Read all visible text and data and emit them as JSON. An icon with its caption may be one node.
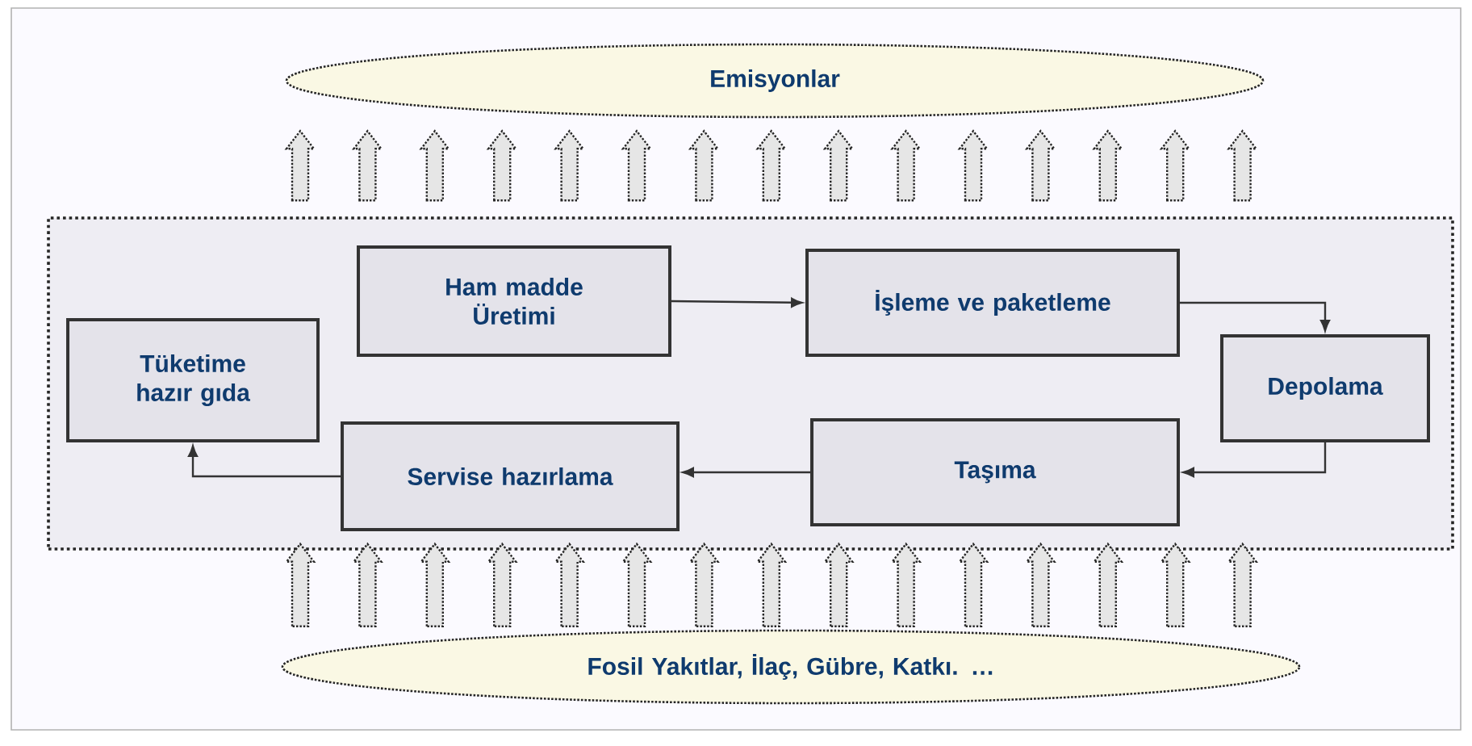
{
  "diagram": {
    "nodes": [
      {
        "text": [
          "Emisyonlar"
        ]
      },
      {
        "text": [],
        "shape": "box"
      },
      {
        "text": [
          "Ham madde Üretimi"
        ],
        "in": 1
      },
      {
        "text": [
          "İşleme ve paketleme"
        ],
        "in": 1
      },
      {
        "text": [
          "Depolama"
        ],
        "in": 1
      },
      {
        "text": [
          "Taşıma"
        ],
        "in": 1
      },
      {
        "text": [
          "Servise hazırlama"
        ],
        "in": 1
      },
      {
        "text": [
          "Tüketime hazır gıda"
        ],
        "in": 1
      },
      {
        "text": [
          "Fosil Yakıtlar, İlaç, Gübre, Katkı.  …"
        ]
      }
    ],
    "edges": [
      {
        "from": 2,
        "to": 3,
        "arrow": "to"
      },
      {
        "from": 3,
        "to": 4,
        "arrow": "to"
      },
      {
        "from": 4,
        "to": 5,
        "arrow": "to"
      },
      {
        "from": 5,
        "to": 6,
        "arrow": "to"
      },
      {
        "from": 6,
        "to": 7,
        "arrow": "to"
      },
      {
        "from": 1,
        "to": 0,
        "arrow": "to",
        "style": "dashed"
      },
      {
        "from": 1,
        "to": 0,
        "arrow": "to",
        "style": "dashed"
      },
      {
        "from": 1,
        "to": 0,
        "arrow": "to",
        "style": "dashed"
      },
      {
        "from": 1,
        "to": 0,
        "arrow": "to",
        "style": "dashed"
      },
      {
        "from": 1,
        "to": 0,
        "arrow": "to",
        "style": "dashed"
      },
      {
        "from": 1,
        "to": 0,
        "arrow": "to",
        "style": "dashed"
      },
      {
        "from": 1,
        "to": 0,
        "arrow": "to",
        "style": "dashed"
      },
      {
        "from": 1,
        "to": 0,
        "arrow": "to",
        "style": "dashed"
      },
      {
        "from": 1,
        "to": 0,
        "arrow": "to",
        "style": "dashed"
      },
      {
        "from": 1,
        "to": 0,
        "arrow": "to",
        "style": "dashed"
      },
      {
        "from": 1,
        "to": 0,
        "arrow": "to",
        "style": "dashed"
      },
      {
        "from": 1,
        "to": 0,
        "arrow": "to",
        "style": "dashed"
      },
      {
        "from": 1,
        "to": 0,
        "arrow": "to",
        "style": "dashed"
      },
      {
        "from": 1,
        "to": 0,
        "arrow": "to",
        "style": "dashed"
      },
      {
        "from": 1,
        "to": 0,
        "arrow": "to",
        "style": "dashed"
      },
      {
        "from": 8,
        "to": 1,
        "arrow": "to",
        "style": "dashed"
      },
      {
        "from": 8,
        "to": 1,
        "arrow": "to",
        "style": "dashed"
      },
      {
        "from": 8,
        "to": 1,
        "arrow": "to",
        "style": "dashed"
      },
      {
        "from": 8,
        "to": 1,
        "arrow": "to",
        "style": "dashed"
      },
      {
        "from": 8,
        "to": 1,
        "arrow": "to",
        "style": "dashed"
      },
      {
        "from": 8,
        "to": 1,
        "arrow": "to",
        "style": "dashed"
      },
      {
        "from": 8,
        "to": 1,
        "arrow": "to",
        "style": "dashed"
      },
      {
        "from": 8,
        "to": 1,
        "arrow": "to",
        "style": "dashed"
      },
      {
        "from": 8,
        "to": 1,
        "arrow": "to",
        "style": "dashed"
      },
      {
        "from": 8,
        "to": 1,
        "arrow": "to",
        "style": "dashed"
      },
      {
        "from": 8,
        "to": 1,
        "arrow": "to",
        "style": "dashed"
      },
      {
        "from": 8,
        "to": 1,
        "arrow": "to",
        "style": "dashed"
      },
      {
        "from": 8,
        "to": 1,
        "arrow": "to",
        "style": "dashed"
      },
      {
        "from": 8,
        "to": 1,
        "arrow": "to",
        "style": "dashed"
      },
      {
        "from": 8,
        "to": 1,
        "arrow": "to",
        "style": "dashed"
      }
    ]
  }
}
